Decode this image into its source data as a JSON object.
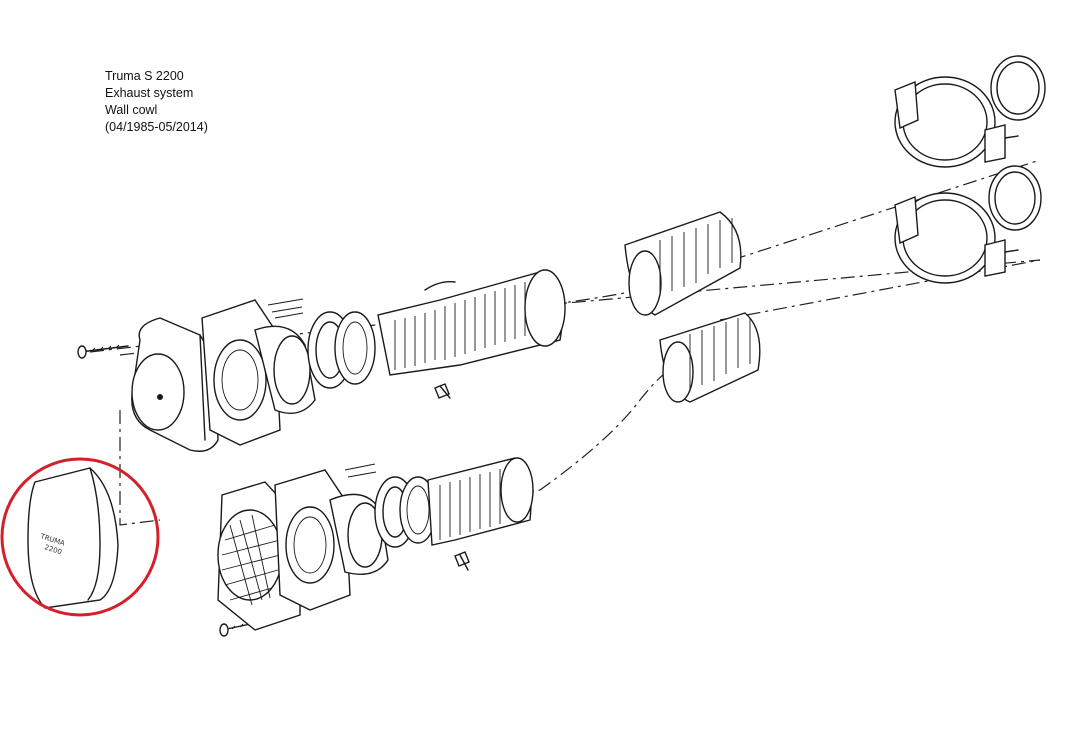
{
  "caption": {
    "line1": "Truma S 2200",
    "line2": "Exhaust system",
    "line3": "Wall cowl",
    "line4": "(04/1985-05/2014)"
  },
  "cowl_stamp": {
    "brand": "TRUMA",
    "model": "2200"
  },
  "colors": {
    "highlight": "#d4202a",
    "ink": "#1a1a1a",
    "background": "#ffffff"
  }
}
